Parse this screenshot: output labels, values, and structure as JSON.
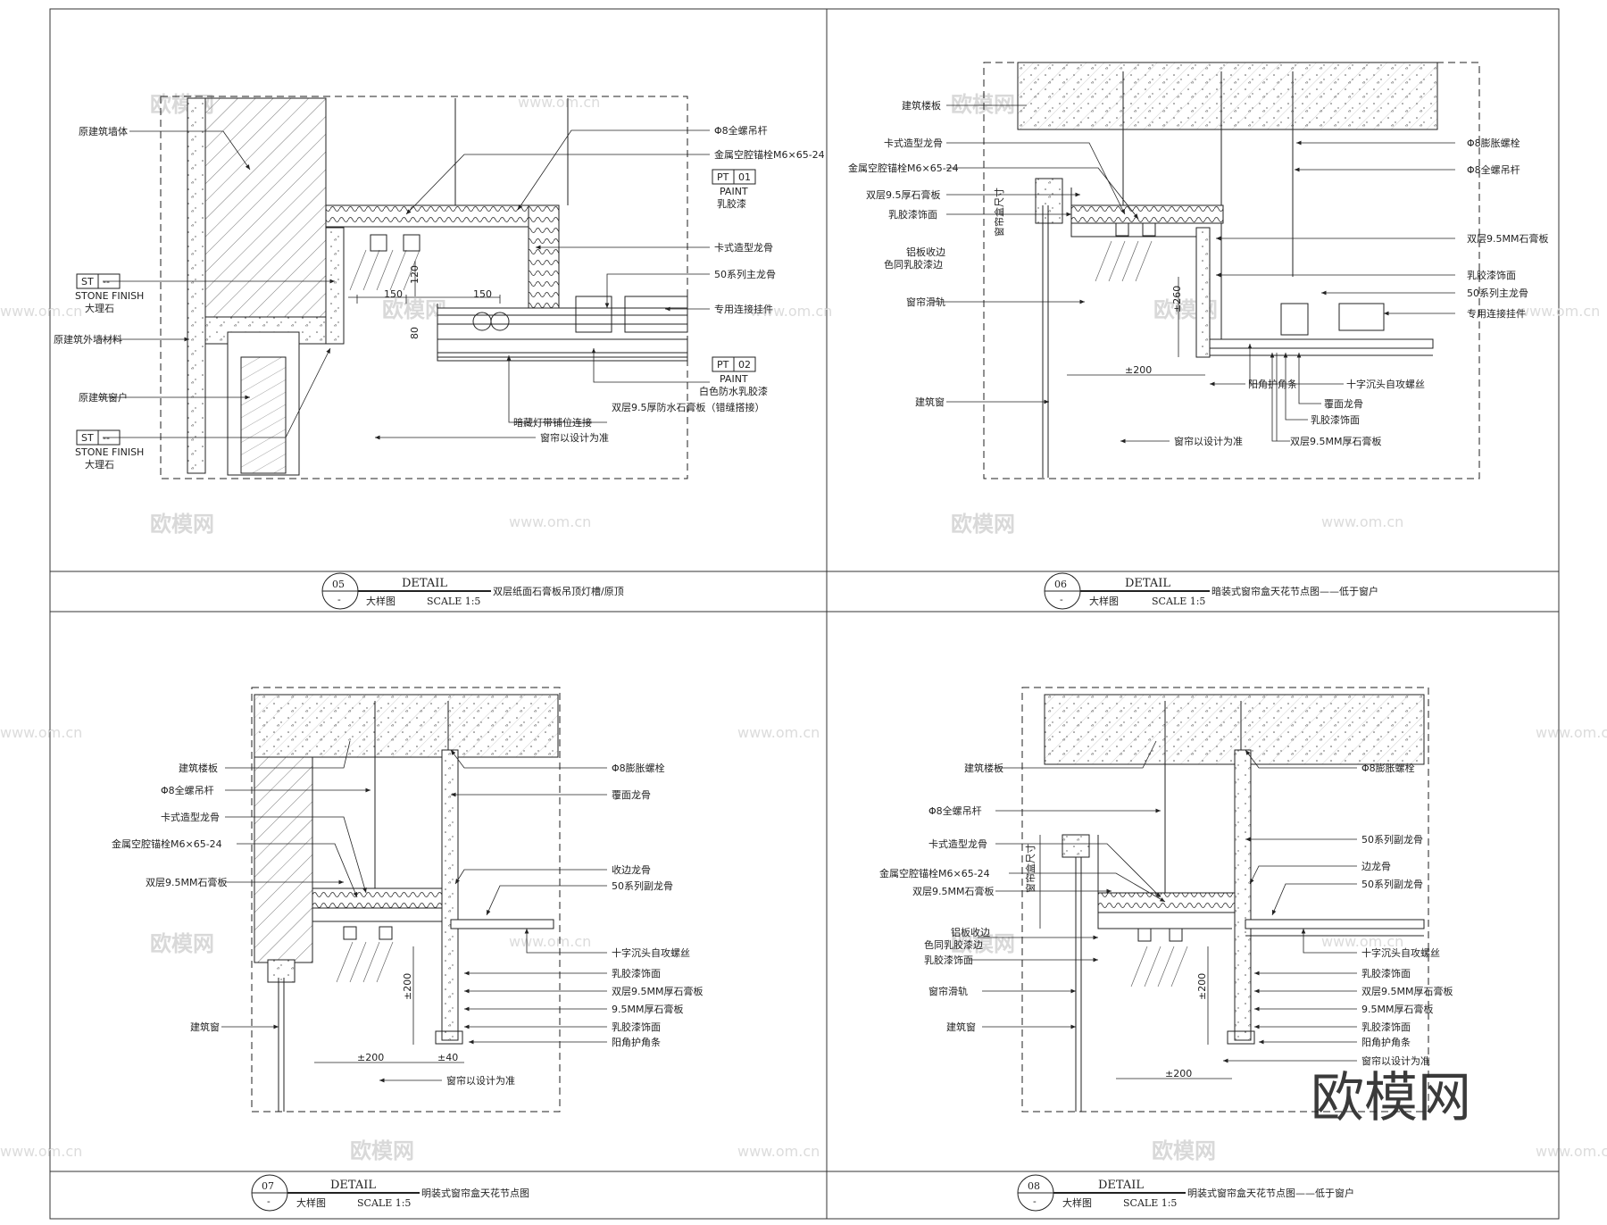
{
  "watermark": {
    "brand": "欧模网",
    "url": "www.om.cn"
  },
  "panels": [
    {
      "number": "05",
      "sub": "-",
      "detail": "DETAIL",
      "big": "大样图",
      "scale": "SCALE 1:5",
      "title": "双层纸面石膏板吊顶灯槽/原顶",
      "labels": {
        "l1": "原建筑墙体",
        "st_code": "ST",
        "st_num": "--",
        "stone_finish": "STONE FINISH",
        "st_name1": "大理石",
        "l3": "原建筑外墙材料",
        "l4": "原建筑窗户",
        "st_name2": "大理石",
        "r1": "Φ8全螺吊杆",
        "r2": "金属空腔锚栓M6×65-24",
        "pt_code": "PT",
        "pt_num1": "01",
        "paint": "PAINT",
        "pt_name1": "乳胶漆",
        "r3": "卡式造型龙骨",
        "r4": "50系列主龙骨",
        "r5": "专用连接挂件",
        "pt_num2": "02",
        "pt_name2": "白色防水乳胶漆",
        "r6": "双层9.5厚防水石膏板（错缝搭接）",
        "r7": "暗藏灯带铺位连接",
        "r8": "窗帘以设计为准",
        "d1": "150",
        "d2": "150",
        "d3": "120",
        "d4": "80"
      }
    },
    {
      "number": "06",
      "sub": "-",
      "detail": "DETAIL",
      "big": "大样图",
      "scale": "SCALE 1:5",
      "title": "暗装式窗帘盒天花节点图——低于窗户",
      "labels": {
        "l1": "建筑楼板",
        "l2": "卡式造型龙骨",
        "l3": "金属空腔锚栓M6×65-24",
        "l4": "双层9.5厚石膏板",
        "l5": "乳胶漆饰面",
        "l6": "铝板收边",
        "l7": "色同乳胶漆边",
        "l8": "窗帘滑轨",
        "l9": "建筑窗",
        "r1": "Φ8膨胀螺栓",
        "r2": "Φ8全螺吊杆",
        "r3": "双层9.5MM石膏板",
        "r4": "乳胶漆饰面",
        "r5": "50系列主龙骨",
        "r6": "专用连接挂件",
        "b1": "十字沉头自攻螺丝",
        "b2": "覆面龙骨",
        "b3": "乳胶漆饰面",
        "b4": "双层9.5MM厚石膏板",
        "b5": "阳角护角条",
        "b6": "窗帘以设计为准",
        "d1": "±200",
        "d2": "±260",
        "v1": "窗帘盒尺寸"
      }
    },
    {
      "number": "07",
      "sub": "-",
      "detail": "DETAIL",
      "big": "大样图",
      "scale": "SCALE 1:5",
      "title": "明装式窗帘盒天花节点图",
      "labels": {
        "l1": "建筑楼板",
        "l2": "Φ8全螺吊杆",
        "l3": "卡式造型龙骨",
        "l4": "金属空腔锚栓M6×65-24",
        "l5": "双层9.5MM石膏板",
        "l6": "建筑窗",
        "r1": "Φ8膨胀螺栓",
        "r2": "覆面龙骨",
        "r3": "收边龙骨",
        "r4": "50系列副龙骨",
        "r5": "十字沉头自攻螺丝",
        "r6": "乳胶漆饰面",
        "r7": "双层9.5MM厚石膏板",
        "r8": "9.5MM厚石膏板",
        "r9": "乳胶漆饰面",
        "r10": "阳角护角条",
        "b1": "窗帘以设计为准",
        "d1": "±200",
        "d2": "±40",
        "d3": "±200"
      }
    },
    {
      "number": "08",
      "sub": "-",
      "detail": "DETAIL",
      "big": "大样图",
      "scale": "SCALE 1:5",
      "title": "明装式窗帘盒天花节点图——低于窗户",
      "labels": {
        "l1": "建筑楼板",
        "l2": "Φ8全螺吊杆",
        "l3": "卡式造型龙骨",
        "l4": "金属空腔锚栓M6×65-24",
        "l5": "双层9.5MM石膏板",
        "l6": "铝板收边",
        "l7": "色同乳胶漆边",
        "l8": "乳胶漆饰面",
        "l9": "窗帘滑轨",
        "l10": "建筑窗",
        "r1": "Φ8膨胀螺栓",
        "r2": "50系列副龙骨",
        "r3": "边龙骨",
        "r4": "50系列副龙骨",
        "r5": "十字沉头自攻螺丝",
        "r6": "乳胶漆饰面",
        "r7": "双层9.5MM厚石膏板",
        "r8": "9.5MM厚石膏板",
        "r9": "乳胶漆饰面",
        "r10": "阳角护角条",
        "b1": "窗帘以设计为准",
        "d1": "±200",
        "d2": "±200",
        "v1": "窗帘盒尺寸"
      }
    }
  ]
}
